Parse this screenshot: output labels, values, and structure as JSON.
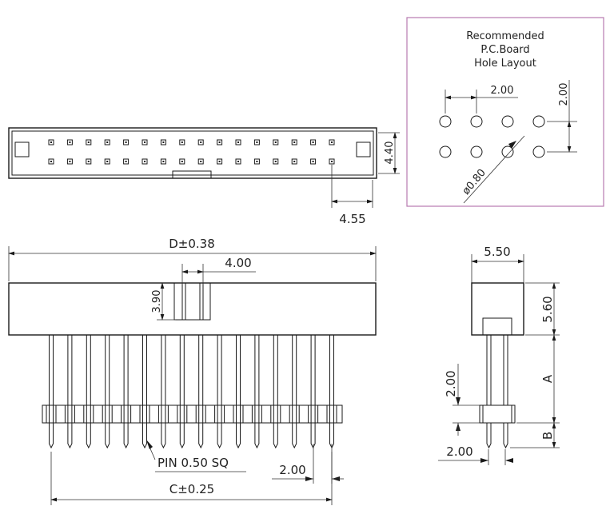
{
  "hole_layout": {
    "title_line1": "Recommended",
    "title_line2": "P.C.Board",
    "title_line3": "Hole Layout",
    "pitch_x": "2.00",
    "pitch_y": "2.00",
    "hole_dia": "ø0.80",
    "frame_color": "#b77ab0"
  },
  "top_view": {
    "height_dim": "4.40",
    "offset_dim": "4.55",
    "pins_per_row": 16
  },
  "front_view": {
    "length_dim": "D±0.38",
    "key_width_dim": "4.00",
    "key_height_dim": "3.90",
    "pin_label": "PIN 0.50 SQ",
    "pitch_dim": "2.00",
    "span_dim": "C±0.25"
  },
  "side_view": {
    "width_dim": "5.50",
    "body_height_dim": "5.60",
    "pin_length_dim": "A",
    "tail_dim": "B",
    "spacer_dim": "2.00",
    "row_pitch_dim": "2.00"
  }
}
